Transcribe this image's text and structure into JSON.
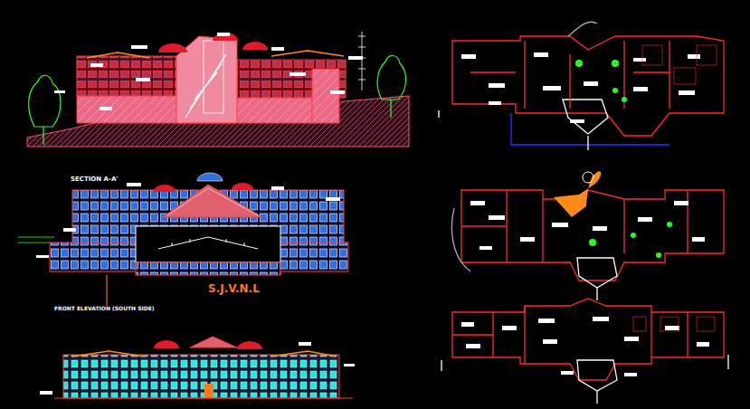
{
  "diagram": {
    "labels": [
      "SECTION A-A'",
      "S.J.V.N.L",
      "FRONT ELEVATION (SOUTH SIDE)"
    ]
  }
}
